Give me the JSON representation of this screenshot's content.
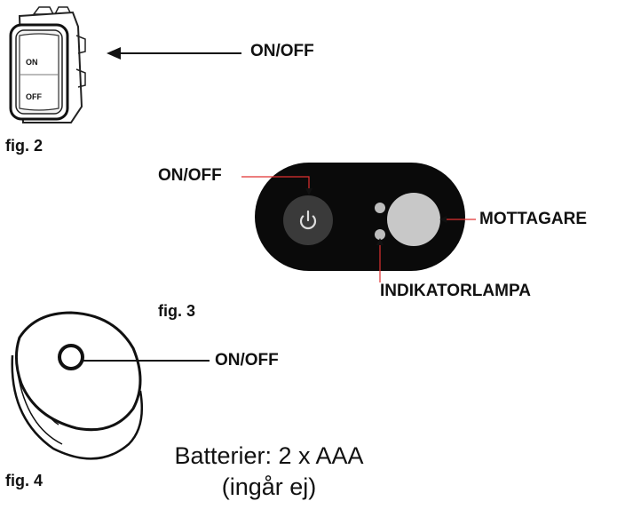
{
  "fig2": {
    "caption": "fig. 2",
    "switch_on": "ON",
    "switch_off": "OFF",
    "callout": "ON/OFF"
  },
  "fig3": {
    "caption": "fig. 3",
    "callout_power": "ON/OFF",
    "callout_receiver": "MOTTAGARE",
    "callout_indicator": "INDIKATORLAMPA",
    "panel_color": "#0a0a0a",
    "button_color": "#3a3a3a",
    "receiver_color": "#c8c8c8",
    "leader_color": "#e03030",
    "power_icon": "power-icon"
  },
  "fig4": {
    "caption": "fig. 4",
    "callout": "ON/OFF",
    "battery_line1": "Batterier: 2 x AAA",
    "battery_line2": "(ingår ej)"
  }
}
